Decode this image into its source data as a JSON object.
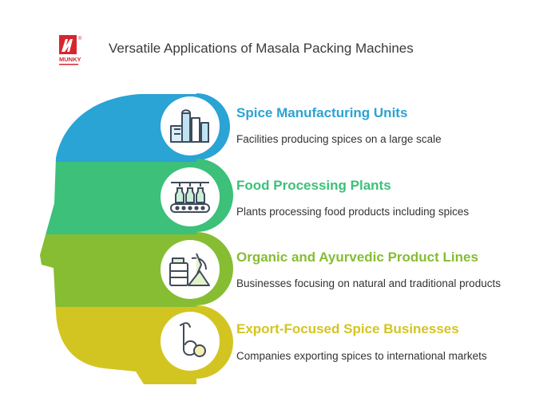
{
  "header": {
    "title": "Versatile Applications of Masala Packing Machines",
    "logo_text": "MUNKY",
    "logo_mark": "®"
  },
  "colors": {
    "blue": "#2aa3d5",
    "green": "#3cc07a",
    "lime": "#86bd33",
    "yellow": "#d3c521",
    "icon_dark": "#3f4a5a"
  },
  "items": [
    {
      "title": "Spice Manufacturing Units",
      "description": "Facilities producing spices on a large scale",
      "icon": "factory-icon",
      "color": "#2aa3d5"
    },
    {
      "title": "Food Processing Plants",
      "description": "Plants processing food products including spices",
      "icon": "bottling-line-icon",
      "color": "#3cc07a"
    },
    {
      "title": "Organic and Ayurvedic Product Lines",
      "description": "Businesses focusing on natural and traditional products",
      "icon": "organic-jar-icon",
      "color": "#86bd33"
    },
    {
      "title": "Export-Focused Spice Businesses",
      "description": "Companies exporting spices to international markets",
      "icon": "export-spice-icon",
      "color": "#d3c521"
    }
  ]
}
